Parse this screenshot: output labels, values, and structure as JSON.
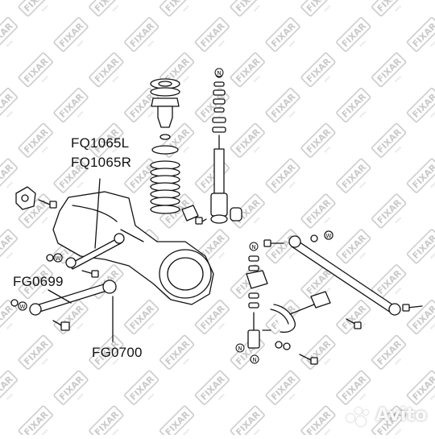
{
  "diagram": {
    "labels": {
      "fq1065l": "FQ1065L",
      "fq1065r": "FQ1065R",
      "fg0699": "FG0699",
      "fg0700": "FG0700"
    },
    "nut_marker": "N",
    "washer_marker": "W",
    "watermark_text": "FIXAR",
    "overlay_brand": "Avito"
  }
}
